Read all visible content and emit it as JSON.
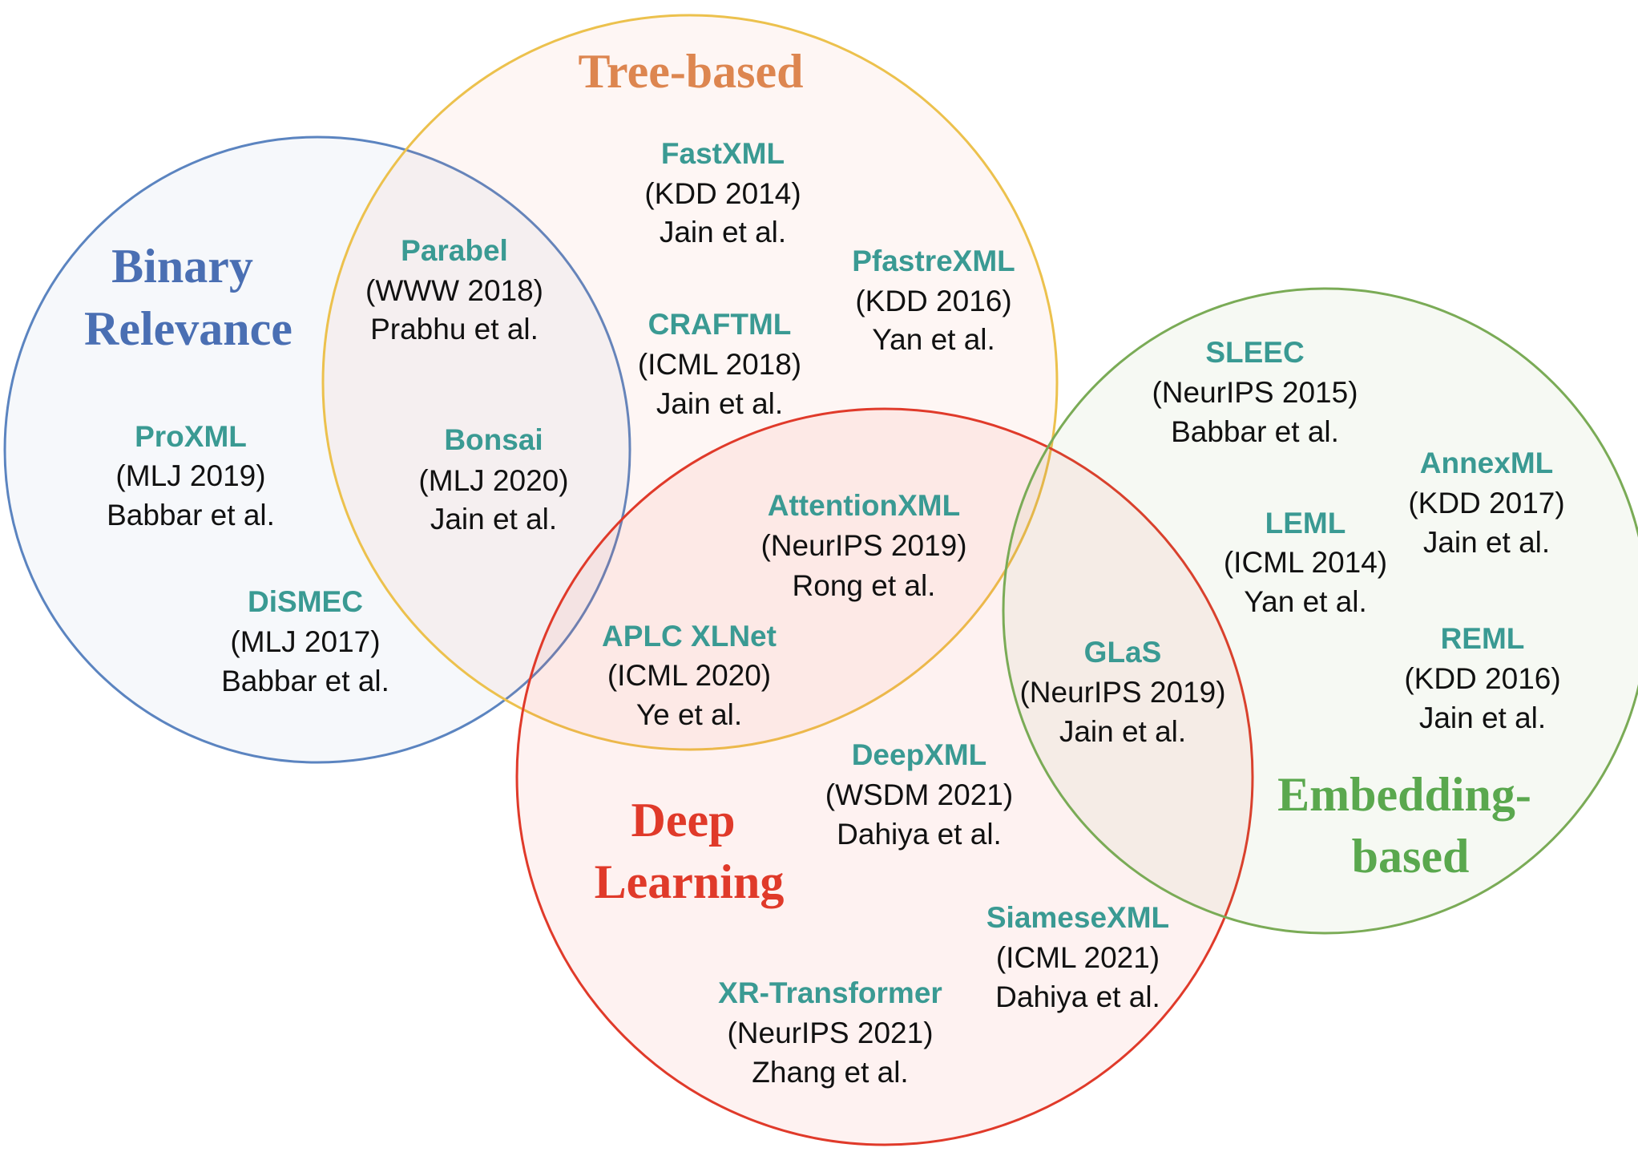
{
  "colors": {
    "method_name": "#3a9a93",
    "detail_text": "#111111",
    "binary": "#4a6fb3",
    "tree": "#dd8650",
    "tree_stroke": "#ecc14d",
    "deep": "#e03a2a",
    "embedding": "#5aa84e",
    "embedding_stroke": "#7aab56"
  },
  "groups": {
    "binary": {
      "title_lines": [
        "Binary",
        "Relevance"
      ]
    },
    "tree": {
      "title_lines": [
        "Tree-based"
      ]
    },
    "deep": {
      "title_lines": [
        "Deep",
        "Learning"
      ]
    },
    "embedding": {
      "title_lines": [
        "Embedding-",
        "based"
      ]
    }
  },
  "methods": [
    {
      "name": "FastXML",
      "venue": "(KDD 2014)",
      "authors": "Jain et al."
    },
    {
      "name": "PfastreXML",
      "venue": "(KDD 2016)",
      "authors": "Yan et al."
    },
    {
      "name": "Parabel",
      "venue": "(WWW 2018)",
      "authors": "Prabhu et al."
    },
    {
      "name": "CRAFTML",
      "venue": "(ICML 2018)",
      "authors": "Jain et al."
    },
    {
      "name": "ProXML",
      "venue": "(MLJ 2019)",
      "authors": "Babbar et al."
    },
    {
      "name": "Bonsai",
      "venue": "(MLJ 2020)",
      "authors": "Jain et al."
    },
    {
      "name": "DiSMEC",
      "venue": "(MLJ 2017)",
      "authors": "Babbar et al."
    },
    {
      "name": "AttentionXML",
      "venue": "(NeurIPS 2019)",
      "authors": "Rong et al."
    },
    {
      "name": "APLC XLNet",
      "venue": "(ICML 2020)",
      "authors": "Ye et al."
    },
    {
      "name": "SLEEC",
      "venue": "(NeurIPS 2015)",
      "authors": "Babbar et al."
    },
    {
      "name": "AnnexML",
      "venue": "(KDD 2017)",
      "authors": "Jain et al."
    },
    {
      "name": "LEML",
      "venue": "(ICML 2014)",
      "authors": "Yan et al."
    },
    {
      "name": "REML",
      "venue": "(KDD 2016)",
      "authors": "Jain et al."
    },
    {
      "name": "GLaS",
      "venue": "(NeurIPS 2019)",
      "authors": "Jain et al."
    },
    {
      "name": "DeepXML",
      "venue": "(WSDM 2021)",
      "authors": "Dahiya et al."
    },
    {
      "name": "SiameseXML",
      "venue": "(ICML 2021)",
      "authors": "Dahiya et al."
    },
    {
      "name": "XR-Transformer",
      "venue": "(NeurIPS 2021)",
      "authors": "Zhang et al."
    }
  ]
}
